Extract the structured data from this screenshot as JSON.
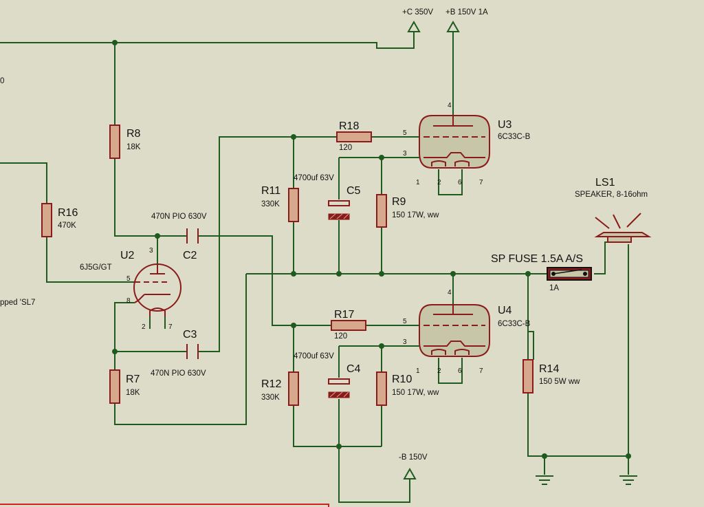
{
  "rails": {
    "c_supply": "+C 350V",
    "b_supply": "+B 150V 1A",
    "b_negative": "-B 150V"
  },
  "partial_labels": {
    "top_left": "0",
    "mid_left": "pped 'SL7"
  },
  "components": {
    "r8": {
      "ref": "R8",
      "value": "18K"
    },
    "r16": {
      "ref": "R16",
      "value": "470K"
    },
    "r7": {
      "ref": "R7",
      "value": "18K"
    },
    "r11": {
      "ref": "R11",
      "value": "330K"
    },
    "r12": {
      "ref": "R12",
      "value": "330K"
    },
    "r18": {
      "ref": "R18",
      "value": "120"
    },
    "r17": {
      "ref": "R17",
      "value": "120"
    },
    "r9": {
      "ref": "R9",
      "value": "150 17W, ww"
    },
    "r10": {
      "ref": "R10",
      "value": "150 17W, ww"
    },
    "r14": {
      "ref": "R14",
      "value": "150 5W ww"
    },
    "c2": {
      "ref": "C2",
      "value": "470N PIO 630V"
    },
    "c3": {
      "ref": "C3",
      "value": "470N PIO 630V"
    },
    "c5": {
      "ref": "C5",
      "value": "4700uf 63V"
    },
    "c4": {
      "ref": "C4",
      "value": "4700uf 63V"
    },
    "u2": {
      "ref": "U2",
      "value": "6J5G/GT",
      "pins": {
        "p3": "3",
        "p5": "5",
        "p8": "8",
        "p2": "2",
        "p7": "7"
      }
    },
    "u3": {
      "ref": "U3",
      "value": "6C33C-B",
      "pins": {
        "p4": "4",
        "p5": "5",
        "p3": "3",
        "p1": "1",
        "p2": "2",
        "p6": "6",
        "p7": "7"
      }
    },
    "u4": {
      "ref": "U4",
      "value": "6C33C-B",
      "pins": {
        "p4": "4",
        "p5": "5",
        "p3": "3",
        "p1": "1",
        "p2": "2",
        "p6": "6",
        "p7": "7"
      }
    },
    "ls1": {
      "ref": "LS1",
      "value": "SPEAKER, 8-16ohm"
    },
    "fuse": {
      "ref": "SP FUSE 1.5A A/S",
      "value": "1A"
    }
  },
  "colors": {
    "background": "#dcdcc8",
    "wire": "#1f5a1f",
    "component_outline": "#8b1a1a",
    "resistor_fill": "#d6a98c",
    "tube_fill": "#c8c6a8"
  }
}
